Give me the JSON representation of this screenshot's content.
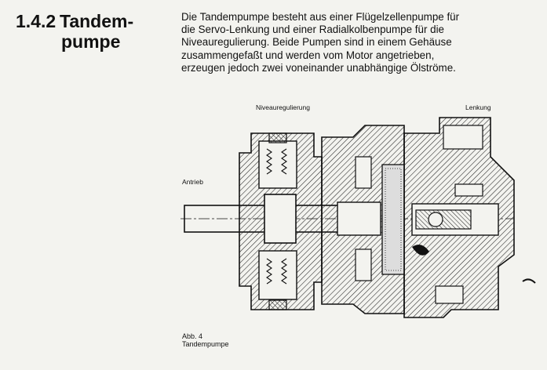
{
  "section": {
    "number": "1.4.2",
    "title_line1": "Tandem-",
    "title_line2": "pumpe"
  },
  "paragraph_lines": [
    "Die Tandempumpe besteht aus einer Flügelzellenpumpe für",
    "die Servo-Lenkung und einer Radialkolbenpumpe für die",
    "Niveauregulierung. Beide Pumpen sind in einem Gehäuse",
    "zusammengefaßt und werden vom Motor angetrieben,",
    "erzeugen jedoch zwei voneinander unabhängige Ölströme."
  ],
  "figure": {
    "label_left_top": "Niveauregulierung",
    "label_right_top": "Lenkung",
    "label_drive": "Antrieb",
    "caption_number": "Abb. 4",
    "caption_title": "Tandempumpe"
  }
}
